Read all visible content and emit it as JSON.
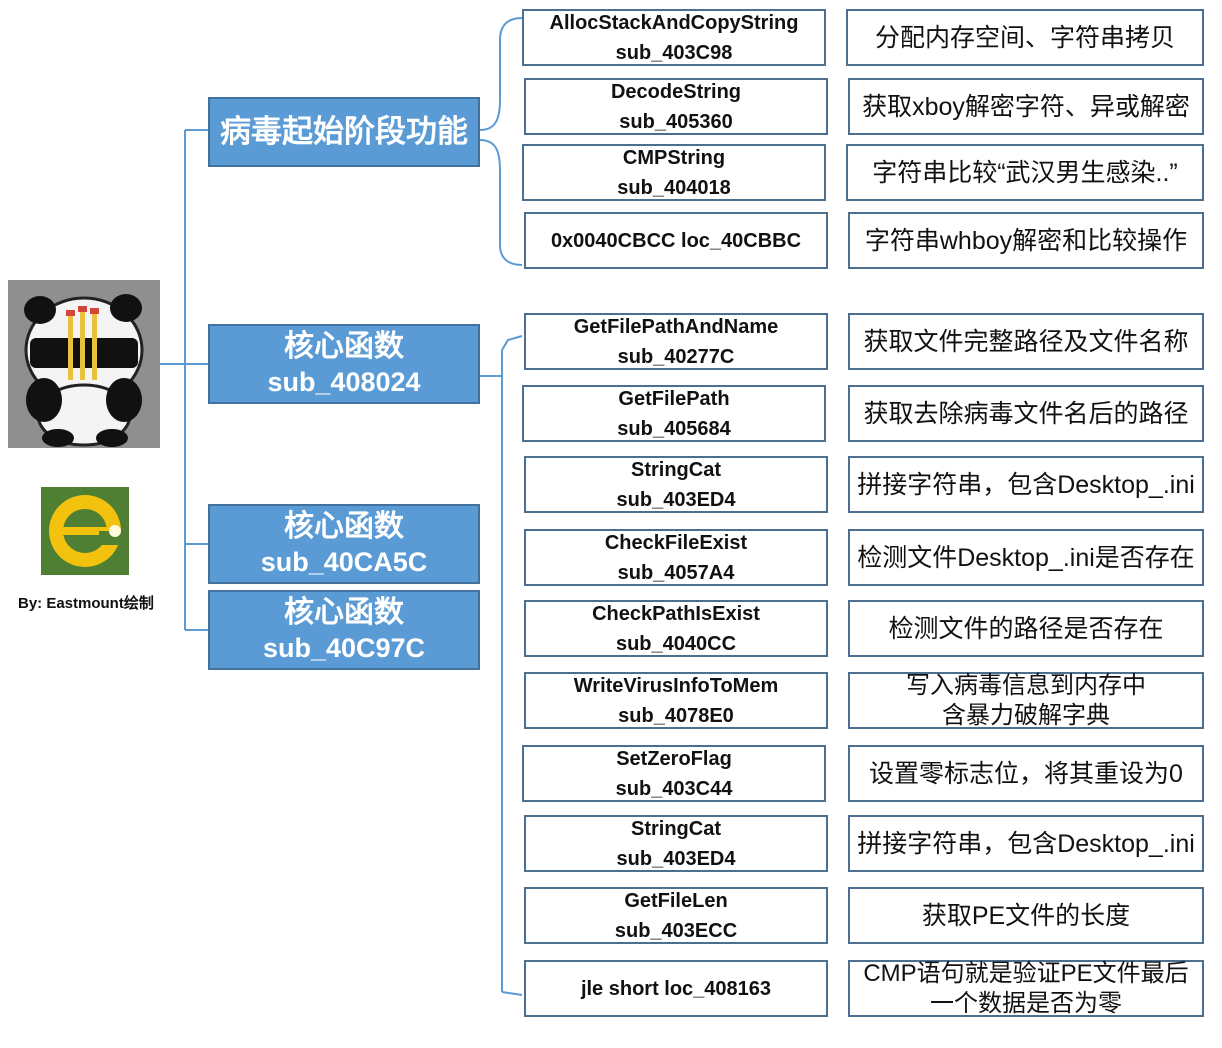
{
  "credit": "By: Eastmount绘制",
  "groups": [
    {
      "title": "病毒起始阶段功能"
    },
    {
      "title": "核心函数",
      "sub": "sub_408024"
    },
    {
      "title": "核心函数",
      "sub": "sub_40CA5C"
    },
    {
      "title": "核心函数",
      "sub": "sub_40C97C"
    }
  ],
  "start_items": [
    {
      "name": "AllocStackAndCopyString",
      "addr": "sub_403C98",
      "desc": "分配内存空间、字符串拷贝"
    },
    {
      "name": "DecodeString",
      "addr": "sub_405360",
      "desc": "获取xboy解密字符、异或解密"
    },
    {
      "name": "CMPString",
      "addr": "sub_404018",
      "desc": "字符串比较“武汉男生感染..”"
    },
    {
      "name": "0x0040CBCC loc_40CBBC",
      "addr": "",
      "desc": "字符串whboy解密和比较操作"
    }
  ],
  "core_items": [
    {
      "name": "GetFilePathAndName",
      "addr": "sub_40277C",
      "desc": "获取文件完整路径及文件名称",
      "desc2": ""
    },
    {
      "name": "GetFilePath",
      "addr": "sub_405684",
      "desc": "获取去除病毒文件名后的路径",
      "desc2": ""
    },
    {
      "name": "StringCat",
      "addr": "sub_403ED4",
      "desc": "拼接字符串，包含Desktop_.ini",
      "desc2": ""
    },
    {
      "name": "CheckFileExist",
      "addr": "sub_4057A4",
      "desc": "检测文件Desktop_.ini是否存在",
      "desc2": ""
    },
    {
      "name": "CheckPathIsExist",
      "addr": "sub_4040CC",
      "desc": "检测文件的路径是否存在",
      "desc2": ""
    },
    {
      "name": "WriteVirusInfoToMem",
      "addr": "sub_4078E0",
      "desc": "写入病毒信息到内存中",
      "desc2": "含暴力破解字典"
    },
    {
      "name": "SetZeroFlag",
      "addr": "sub_403C44",
      "desc": "设置零标志位，将其重设为0",
      "desc2": ""
    },
    {
      "name": "StringCat",
      "addr": "sub_403ED4",
      "desc": "拼接字符串，包含Desktop_.ini",
      "desc2": ""
    },
    {
      "name": "GetFileLen",
      "addr": "sub_403ECC",
      "desc": "获取PE文件的长度",
      "desc2": ""
    },
    {
      "name": "jle short loc_408163",
      "addr": "",
      "desc": "CMP语句就是验证PE文件最后",
      "desc2": "一个数据是否为零"
    }
  ],
  "colors": {
    "accent": "#5b9bd5",
    "connector": "#5b9bd5",
    "border": "#4d6f8f"
  },
  "icons": [
    "panda-icon",
    "e-logo-icon"
  ]
}
